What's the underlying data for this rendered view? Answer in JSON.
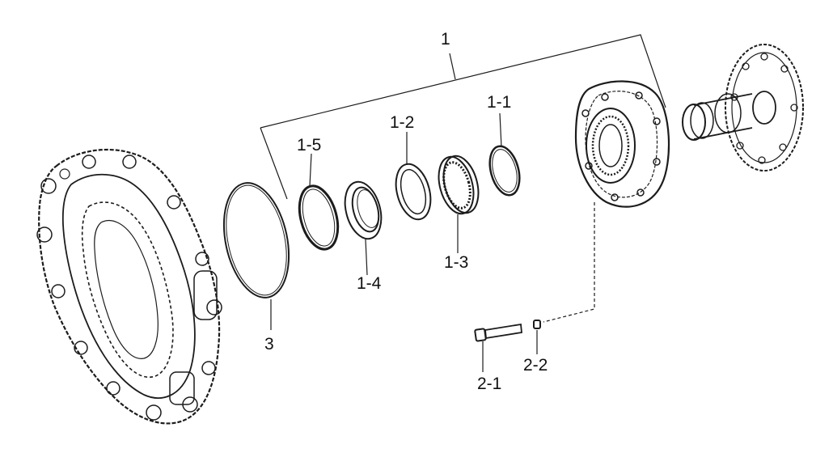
{
  "diagram": {
    "callouts": [
      {
        "id": "c1",
        "label": "1"
      },
      {
        "id": "c11",
        "label": "1-1"
      },
      {
        "id": "c12",
        "label": "1-2"
      },
      {
        "id": "c13",
        "label": "1-3"
      },
      {
        "id": "c14",
        "label": "1-4"
      },
      {
        "id": "c15",
        "label": "1-5"
      },
      {
        "id": "c21",
        "label": "2-1"
      },
      {
        "id": "c22",
        "label": "2-2"
      },
      {
        "id": "c3",
        "label": "3"
      }
    ],
    "line_color": "#1c1c1c",
    "background": "#ffffff"
  }
}
